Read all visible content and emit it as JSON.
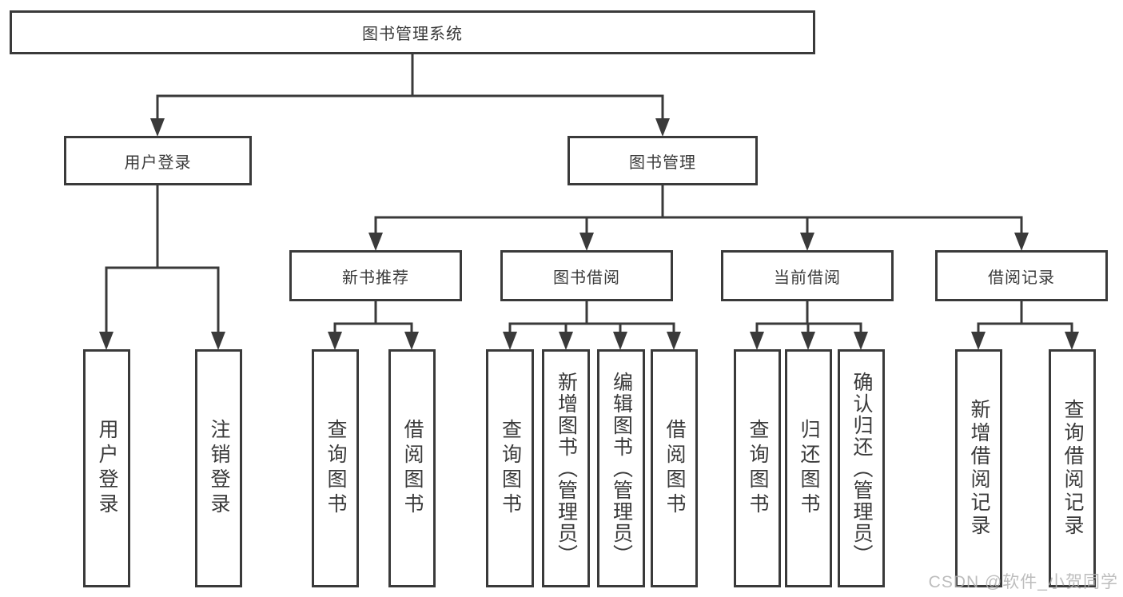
{
  "diagram": {
    "nodes": {
      "root": "图书管理系统",
      "user_login": "用户登录",
      "book_mgmt": "图书管理",
      "new_book_rec": "新书推荐",
      "book_borrow": "图书借阅",
      "current_borrow": "当前借阅",
      "borrow_records": "借阅记录",
      "ul_user_login": "用户登录",
      "ul_logout": "注销登录",
      "nb_query_book": "查询图书",
      "nb_borrow_book": "借阅图书",
      "bb_query_book": "查询图书",
      "bb_add_book": "新增图书（管理员）",
      "bb_edit_book": "编辑图书（管理员）",
      "bb_borrow_book": "借阅图书",
      "cb_query_book": "查询图书",
      "cb_return_book": "归还图书",
      "cb_confirm_return": "确认归还（管理员）",
      "br_add_record": "新增借阅记录",
      "br_query_record": "查询借阅记录"
    },
    "watermark": "CSDN @软件_小贺同学",
    "colors": {
      "line": "#3a3a3a",
      "text": "#3a3a3a",
      "watermark": "#b2b2b2",
      "background": "#ffffff"
    }
  }
}
